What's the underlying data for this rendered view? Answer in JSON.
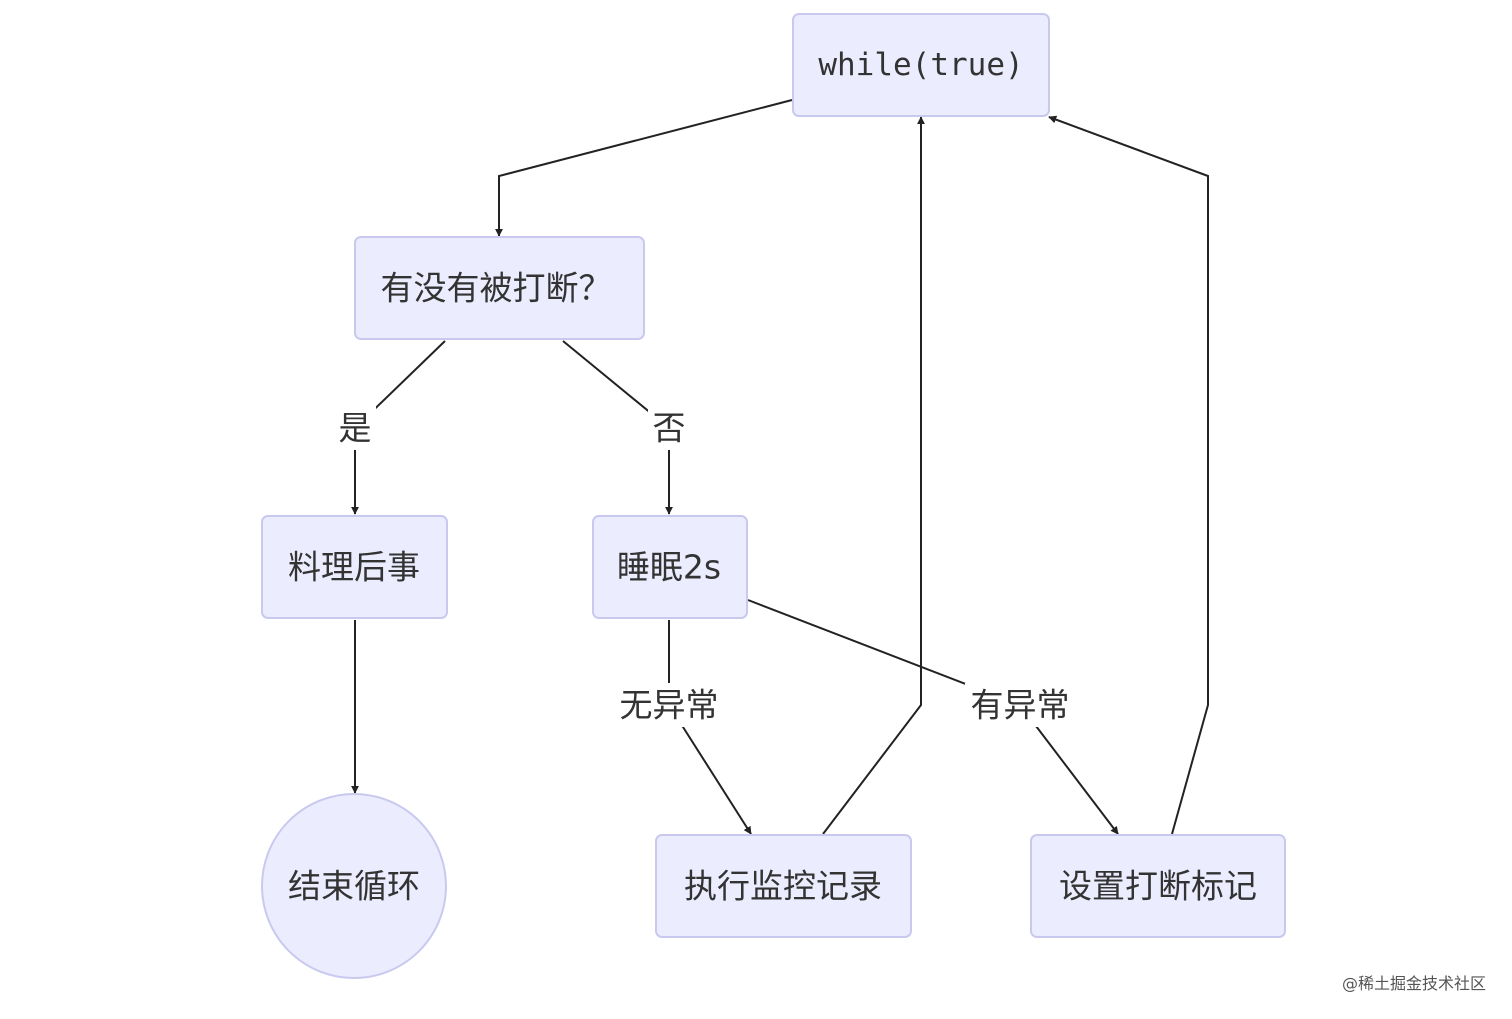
{
  "nodes": {
    "loop": "while(true)",
    "check_interrupt": "有没有被打断？",
    "cleanup": "料理后事",
    "sleep": "睡眠2s",
    "end_loop": "结束循环",
    "monitor": "执行监控记录",
    "set_flag": "设置打断标记"
  },
  "edges": {
    "yes": "是",
    "no": "否",
    "no_exception": "无异常",
    "has_exception": "有异常"
  },
  "colors": {
    "node_fill": "#ececff",
    "node_stroke": "#c9c9f0",
    "edge": "#222222",
    "text": "#333333"
  },
  "watermark": "@稀土掘金技术社区"
}
